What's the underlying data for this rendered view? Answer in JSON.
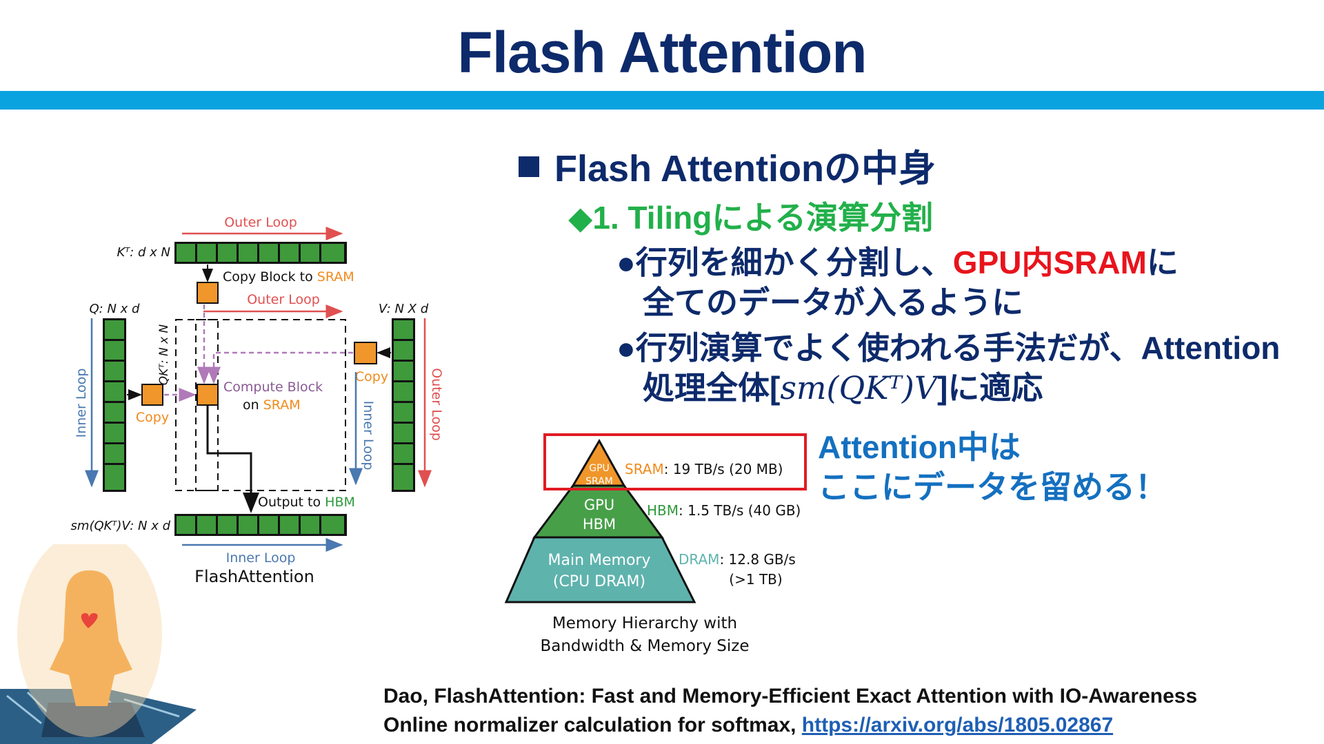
{
  "slide": {
    "title": "Flash Attention",
    "heading": "Flash Attentionの中身",
    "subheading": "◆1. Tilingによる演算分割",
    "bullet1": {
      "prefix": "●行列を細かく分割し、",
      "highlight": "GPU内SRAM",
      "suffix": "に",
      "line2": "全てのデータが入るように"
    },
    "bullet2": {
      "line1": "●行列演算でよく使われる手法だが、Attention",
      "line2_prefix": "処理全体[",
      "line2_math": "sm(QKᵀ)V",
      "line2_suffix": "]に適応"
    },
    "note": {
      "line1": "Attention中は",
      "line2": "ここにデータを留める！"
    },
    "refs": {
      "line1": "Dao, FlashAttention: Fast and Memory-Efficient Exact Attention with IO-Awareness",
      "line2_prefix": "Online normalizer calculation for softmax, ",
      "link": "https://arxiv.org/abs/1805.02867"
    }
  },
  "diagram": {
    "outer_loop": "Outer Loop",
    "inner_loop": "Inner Loop",
    "kt_label": "Kᵀ: d x N",
    "q_label": "Q: N x d",
    "v_label": "V: N X d",
    "qkt_label": "QKᵀ: N x N",
    "out_label": "sm(QKᵀ)V: N x d",
    "copy_block_prefix": "Copy Block to ",
    "sram": "SRAM",
    "copy": "Copy",
    "compute_block": "Compute Block",
    "on_prefix": "on ",
    "output_prefix": "Output to ",
    "hbm": "HBM",
    "caption": "FlashAttention"
  },
  "pyramid": {
    "top_line1": "GPU",
    "top_line2": "SRAM",
    "mid_line1": "GPU",
    "mid_line2": "HBM",
    "bottom_line1": "Main Memory",
    "bottom_line2": "(CPU DRAM)",
    "sram_name": "SRAM",
    "sram_spec": ": 19 TB/s (20 MB)",
    "hbm_name": "HBM",
    "hbm_spec": ": 1.5 TB/s (40 GB)",
    "dram_name": "DRAM",
    "dram_spec": ": 12.8 GB/s",
    "dram_size": "(>1 TB)",
    "caption_line1": "Memory Hierarchy with",
    "caption_line2": "Bandwidth & Memory Size"
  },
  "colors": {
    "title": "#0d2a6b",
    "rule": "#0aa3e0",
    "green": "#22b04a",
    "red": "#e8141c",
    "note": "#1470c0",
    "block": "#f0962a",
    "cell": "#3f9a3c"
  }
}
